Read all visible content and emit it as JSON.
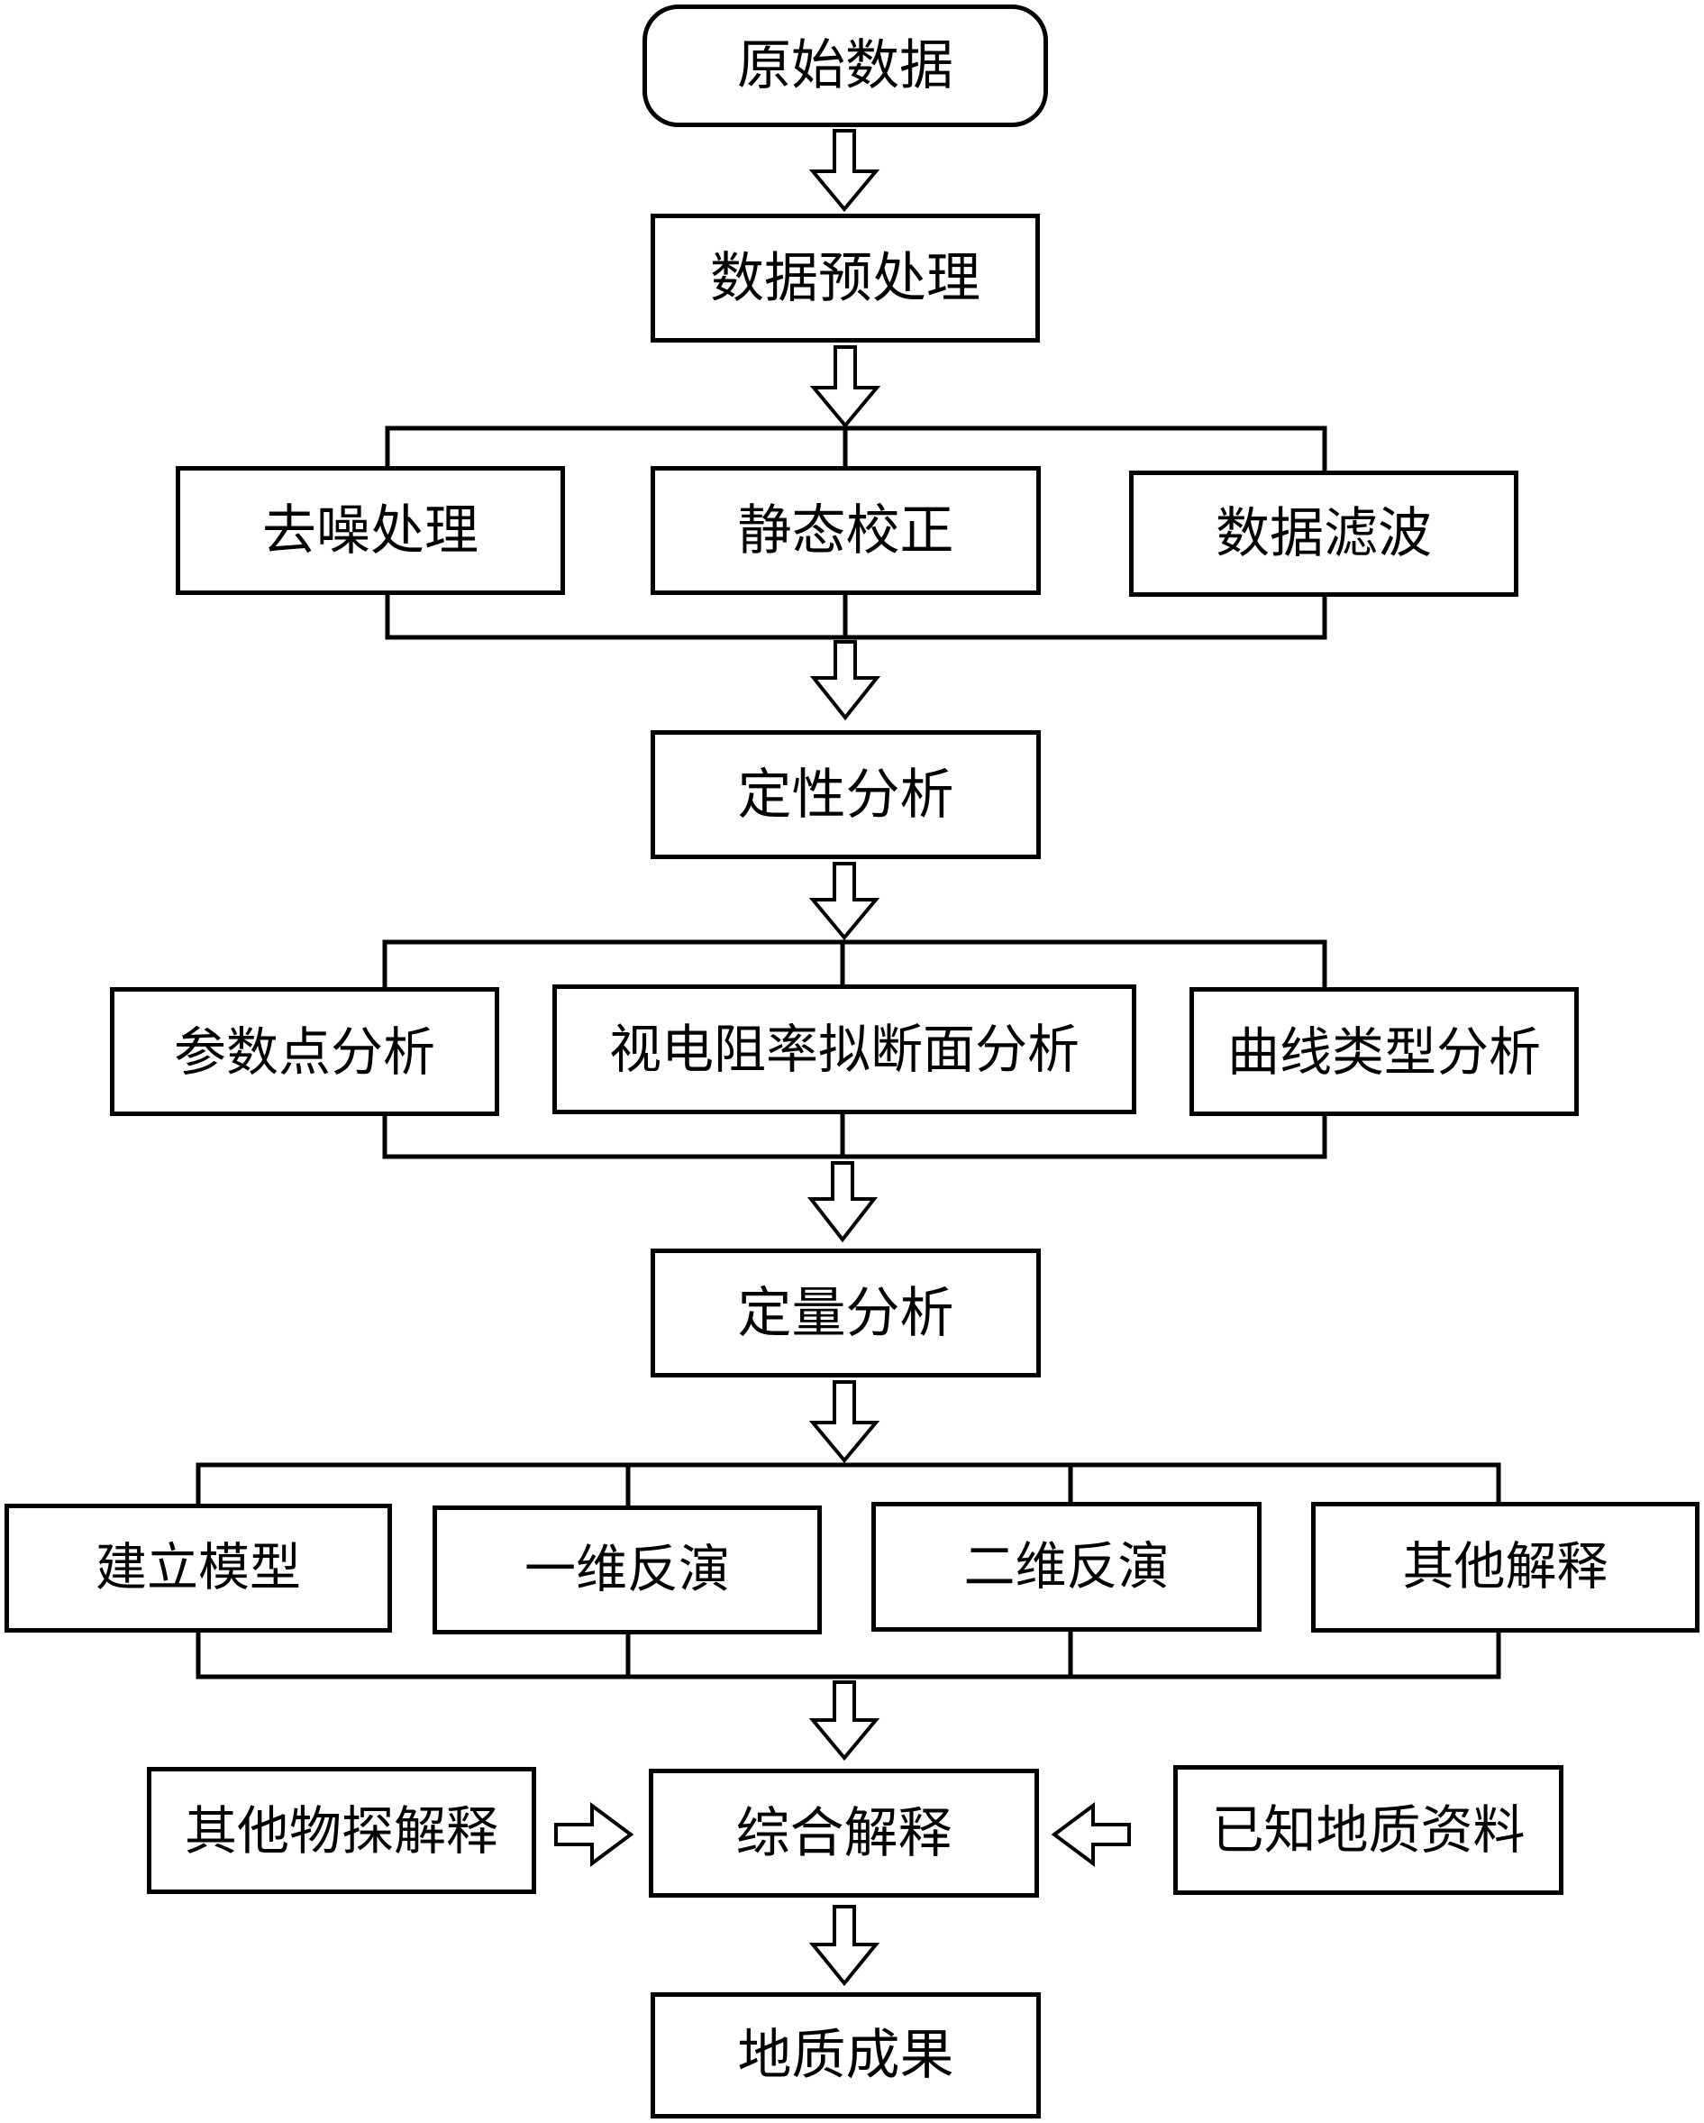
{
  "diagram": {
    "nodes": {
      "raw_data": "原始数据",
      "preprocess": "数据预处理",
      "denoise": "去噪处理",
      "static_correction": "静态校正",
      "data_filter": "数据滤波",
      "qualitative": "定性分析",
      "param_point": "参数点分析",
      "apparent_resistivity": "视电阻率拟断面分析",
      "curve_type": "曲线类型分析",
      "quantitative": "定量分析",
      "build_model": "建立模型",
      "inversion_1d": "一维反演",
      "inversion_2d": "二维反演",
      "other_interp": "其他解释",
      "other_geophysics": "其他物探解释",
      "integrated": "综合解释",
      "known_geology": "已知地质资料",
      "geo_result": "地质成果"
    },
    "colors": {
      "stroke": "#000000",
      "fill": "#ffffff"
    }
  }
}
